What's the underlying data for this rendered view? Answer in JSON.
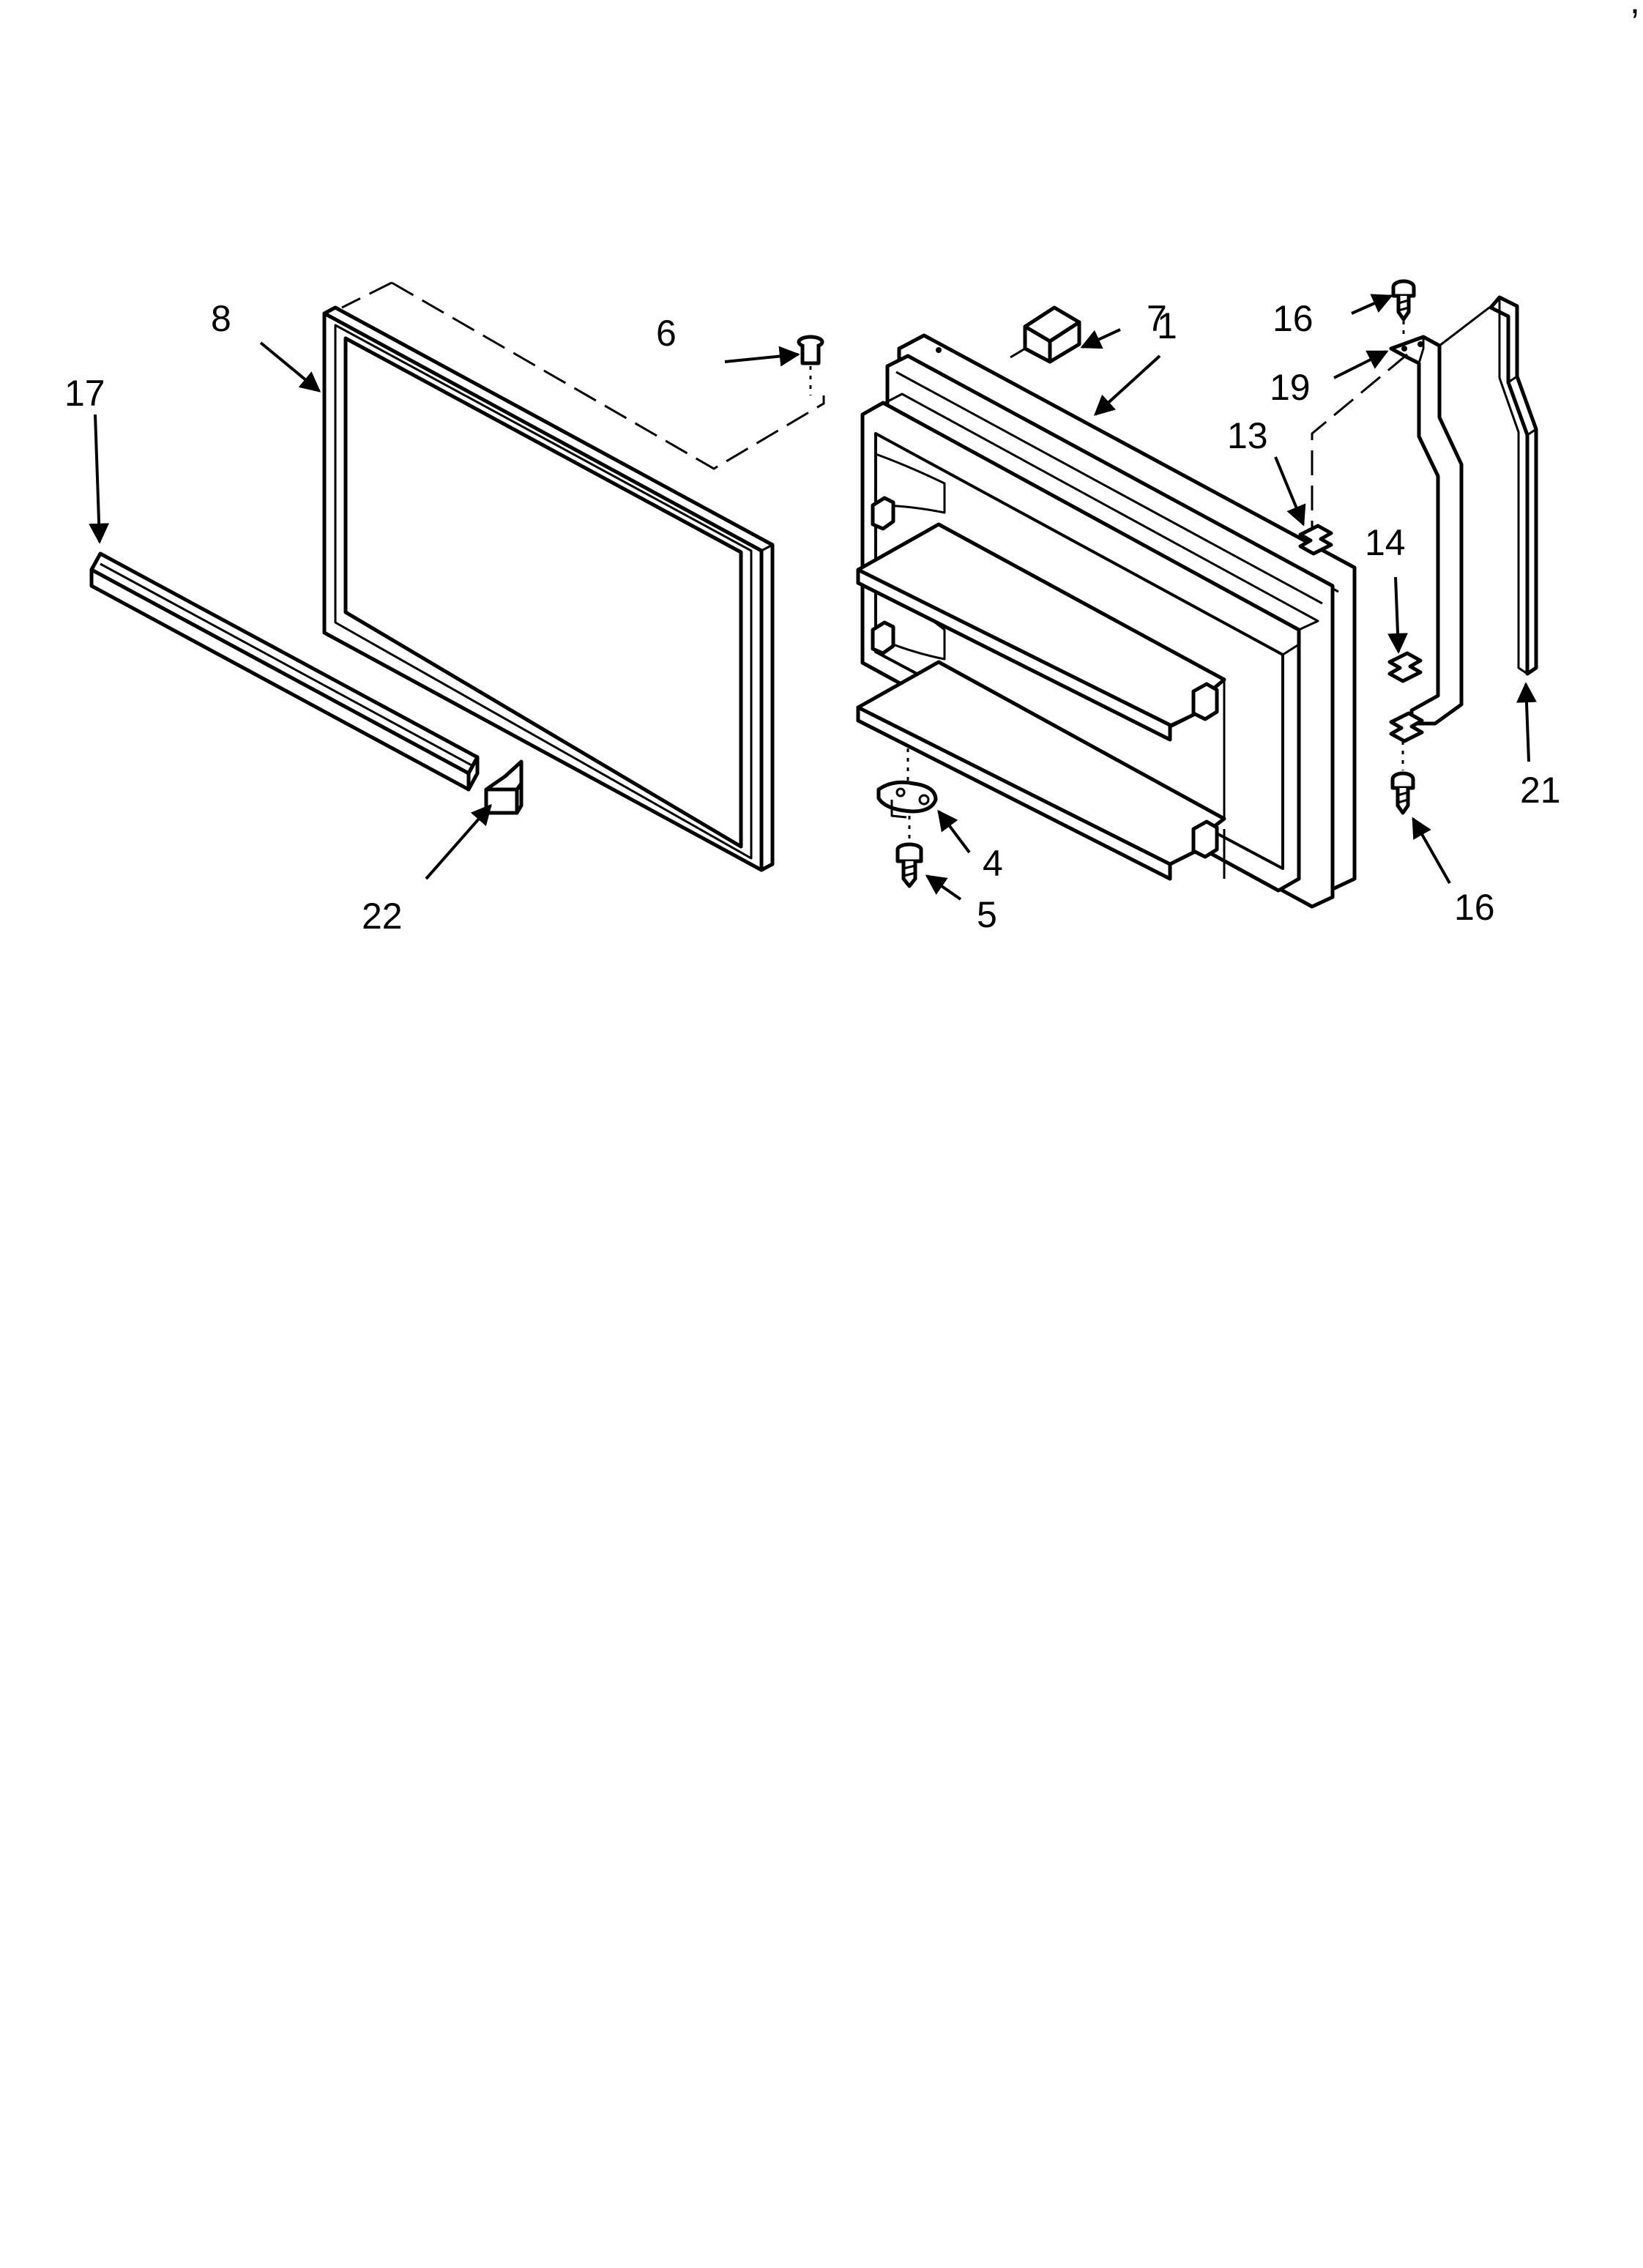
{
  "callouts": {
    "c1": "1",
    "c4": "4",
    "c5": "5",
    "c6": "6",
    "c7": "7",
    "c8": "8",
    "c13": "13",
    "c14": "14",
    "c16_top": "16",
    "c16_bottom": "16",
    "c17": "17",
    "c19": "19",
    "c21": "21",
    "c22": "22"
  },
  "corner_mark": ","
}
